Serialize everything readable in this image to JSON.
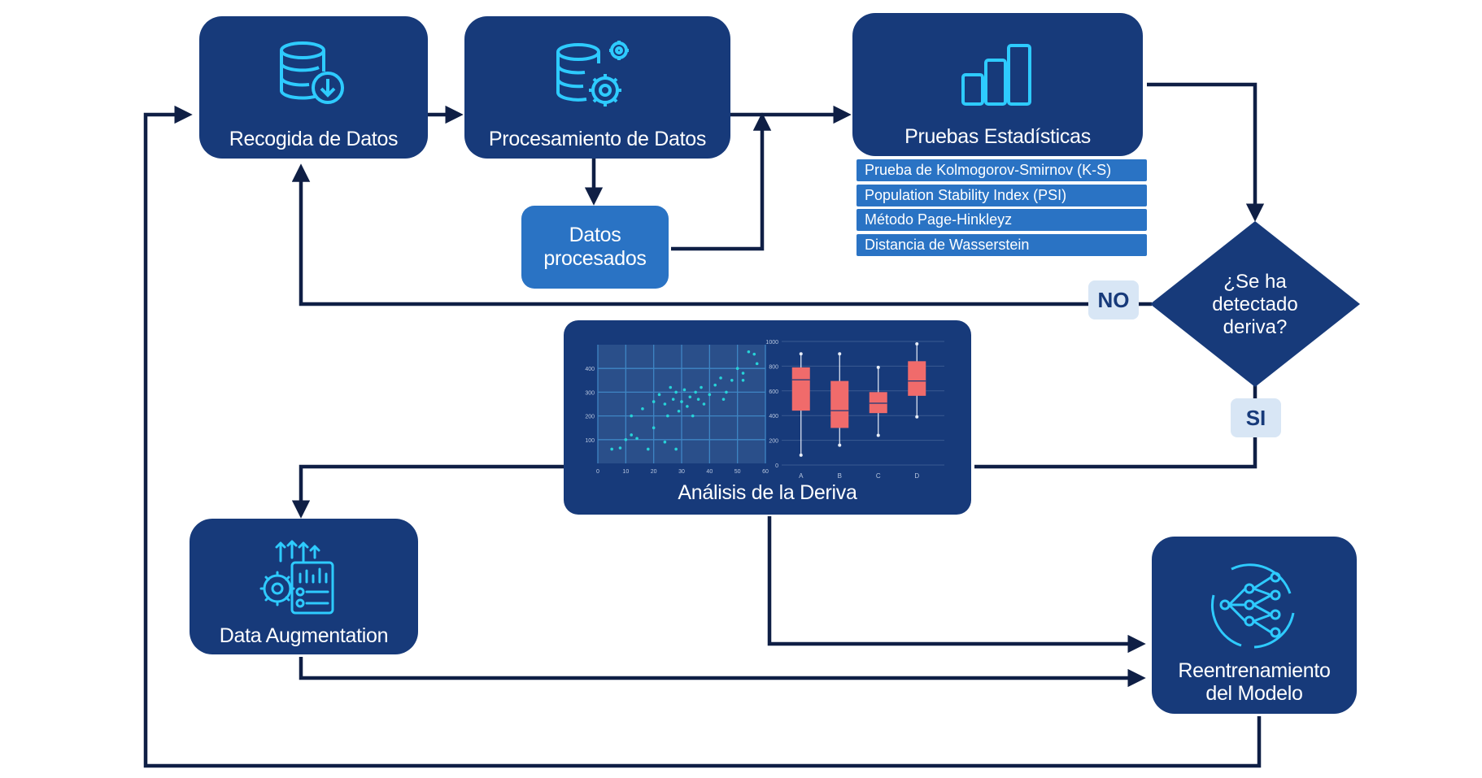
{
  "nodes": {
    "recogida": "Recogida de Datos",
    "procesamiento": "Procesamiento de Datos",
    "datos_procesados_l1": "Datos",
    "datos_procesados_l2": "procesados",
    "pruebas": "Pruebas Estadísticas",
    "decision_l1": "¿Se ha",
    "decision_l2": "detectado",
    "decision_l3": "deriva?",
    "analisis": "Análisis de la Deriva",
    "augmentation": "Data Augmentation",
    "reentrenamiento_l1": "Reentrenamiento",
    "reentrenamiento_l2": "del Modelo"
  },
  "tests": [
    "Prueba de Kolmogorov-Smirnov (K-S)",
    "Population Stability Index (PSI)",
    "Método Page-Hinkleyz",
    "Distancia de Wasserstein"
  ],
  "branches": {
    "no": "NO",
    "si": "SI"
  },
  "colors": {
    "node": "#173a7a",
    "node_light": "#2a73c4",
    "arrow": "#0f1f45",
    "icon": "#2ecbff",
    "tag_bg": "#d8e6f5",
    "box_plot": "#f06b6b",
    "scatter_point": "#27d3d8"
  },
  "chart_data": [
    {
      "type": "scatter",
      "x_ticks": [
        "0",
        "10",
        "20",
        "30",
        "40",
        "50",
        "60"
      ],
      "y_ticks": [
        "100",
        "200",
        "300",
        "400"
      ],
      "points": [
        [
          5,
          60
        ],
        [
          8,
          65
        ],
        [
          10,
          100
        ],
        [
          12,
          120
        ],
        [
          14,
          105
        ],
        [
          12,
          200
        ],
        [
          16,
          230
        ],
        [
          18,
          60
        ],
        [
          20,
          150
        ],
        [
          22,
          290
        ],
        [
          24,
          250
        ],
        [
          25,
          200
        ],
        [
          26,
          320
        ],
        [
          27,
          270
        ],
        [
          28,
          300
        ],
        [
          29,
          220
        ],
        [
          30,
          260
        ],
        [
          31,
          310
        ],
        [
          32,
          240
        ],
        [
          33,
          280
        ],
        [
          34,
          200
        ],
        [
          35,
          300
        ],
        [
          36,
          270
        ],
        [
          37,
          320
        ],
        [
          38,
          250
        ],
        [
          40,
          290
        ],
        [
          42,
          330
        ],
        [
          44,
          360
        ],
        [
          46,
          300
        ],
        [
          48,
          350
        ],
        [
          50,
          400
        ],
        [
          52,
          380
        ],
        [
          54,
          470
        ],
        [
          56,
          460
        ],
        [
          57,
          420
        ],
        [
          52,
          350
        ],
        [
          24,
          90
        ],
        [
          28,
          60
        ],
        [
          45,
          270
        ],
        [
          20,
          260
        ]
      ],
      "xlim": [
        0,
        60
      ],
      "ylim": [
        0,
        500
      ]
    },
    {
      "type": "box",
      "categories": [
        "A",
        "B",
        "C",
        "D"
      ],
      "y_ticks": [
        "0",
        "200",
        "400",
        "600",
        "800",
        "1000"
      ],
      "boxes": [
        {
          "min": 80,
          "q1": 440,
          "median": 690,
          "q3": 790,
          "max": 900
        },
        {
          "min": 160,
          "q1": 300,
          "median": 440,
          "q3": 680,
          "max": 900
        },
        {
          "min": 240,
          "q1": 420,
          "median": 500,
          "q3": 590,
          "max": 790
        },
        {
          "min": 390,
          "q1": 560,
          "median": 680,
          "q3": 840,
          "max": 980
        }
      ],
      "ylim": [
        0,
        1000
      ]
    }
  ]
}
